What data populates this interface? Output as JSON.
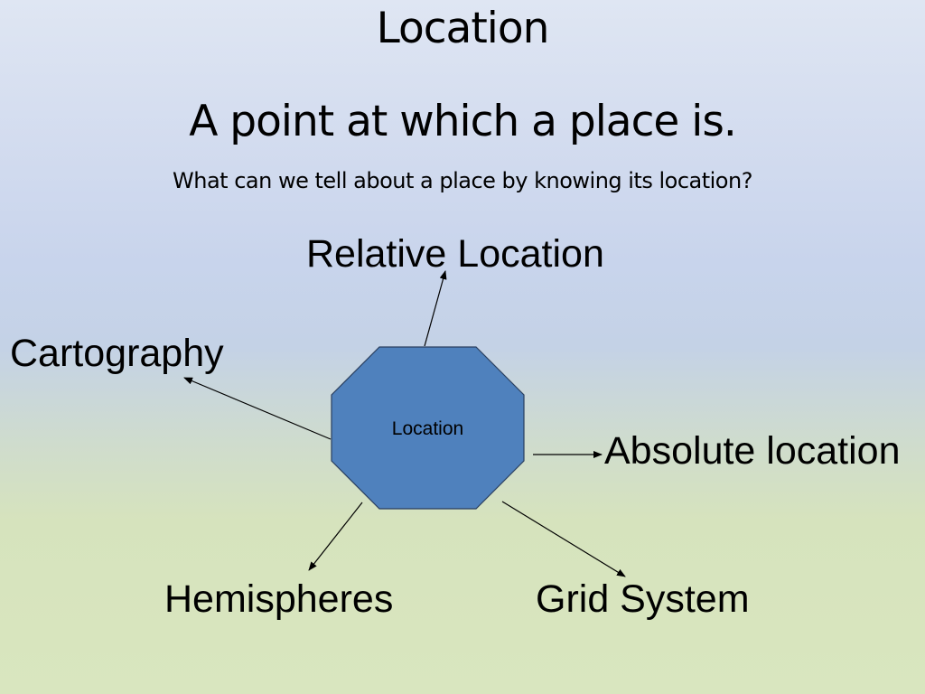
{
  "slide": {
    "title": "Location",
    "subtitle": "A point at which a place is.",
    "question": "What can we tell about a place by knowing its location?"
  },
  "diagram": {
    "center": "Location",
    "center_color": "#4f81bd",
    "branches": {
      "relative": "Relative Location",
      "cartography": "Cartography",
      "absolute": "Absolute location",
      "hemispheres": "Hemispheres",
      "grid": "Grid System"
    }
  }
}
